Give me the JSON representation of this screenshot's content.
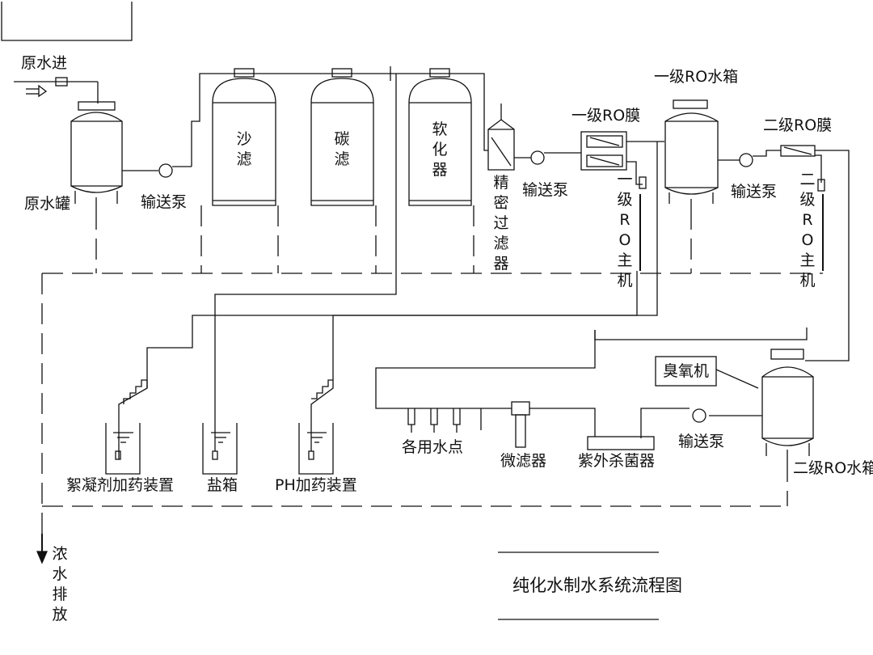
{
  "title": "纯化水制水系统流程图",
  "labels": {
    "raw_water_in": "原水进",
    "raw_water_tank": "原水罐",
    "pump_1": "输送泵",
    "sand_filter": "沙滤",
    "carbon_filter": "碳滤",
    "softener": "软化器",
    "precision_filter": "精密过滤器",
    "pump_2": "输送泵",
    "ro_membrane_1": "一级RO膜",
    "ro_host_1": "一级RO主机",
    "ro_tank_1": "一级RO水箱",
    "pump_3": "输送泵",
    "ro_membrane_2": "二级RO膜",
    "ro_host_2": "二级RO主机",
    "ozone_machine": "臭氧机",
    "ro_tank_2": "二级RO水箱",
    "pump_4": "输送泵",
    "uv_sterilizer": "紫外杀菌器",
    "micro_filter": "微滤器",
    "standby_points": "各用水点",
    "flocculant_dosing": "絮凝剂加药装置",
    "salt_tank": "盐箱",
    "ph_dosing": "PH加药装置",
    "concentrate_drain": "浓水排放"
  }
}
